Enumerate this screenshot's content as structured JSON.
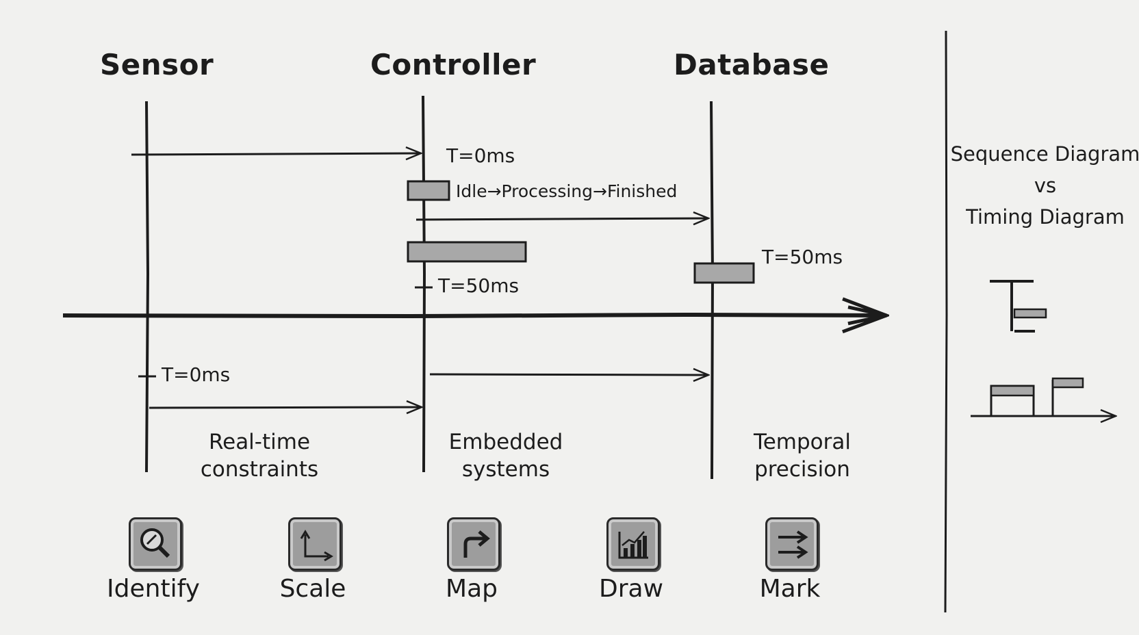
{
  "participants": {
    "sensor": "Sensor",
    "controller": "Controller",
    "database": "Database"
  },
  "sequence": {
    "t0_label": "T=0ms",
    "state_transition": "Idle→Processing→Finished",
    "controller_t50_label": "T=50ms",
    "database_t50_label": "T=50ms"
  },
  "timing": {
    "sensor_t0_label": "T=0ms"
  },
  "captions": {
    "realtime": "Real-time\nconstraints",
    "embedded": "Embedded\nsystems",
    "temporal": "Temporal\nprecision"
  },
  "sidebar": {
    "line1": "Sequence Diagram",
    "line2": "vs",
    "line3": "Timing Diagram"
  },
  "steps": [
    {
      "label": "Identify",
      "icon": "magnifier-icon"
    },
    {
      "label": "Scale",
      "icon": "axes-scale-icon"
    },
    {
      "label": "Map",
      "icon": "turn-arrow-icon"
    },
    {
      "label": "Draw",
      "icon": "bar-chart-icon"
    },
    {
      "label": "Mark",
      "icon": "double-arrow-icon"
    }
  ],
  "colors": {
    "ink": "#1c1c1c",
    "paper": "#f1f1ef",
    "activation_fill": "#a8a8a8"
  }
}
